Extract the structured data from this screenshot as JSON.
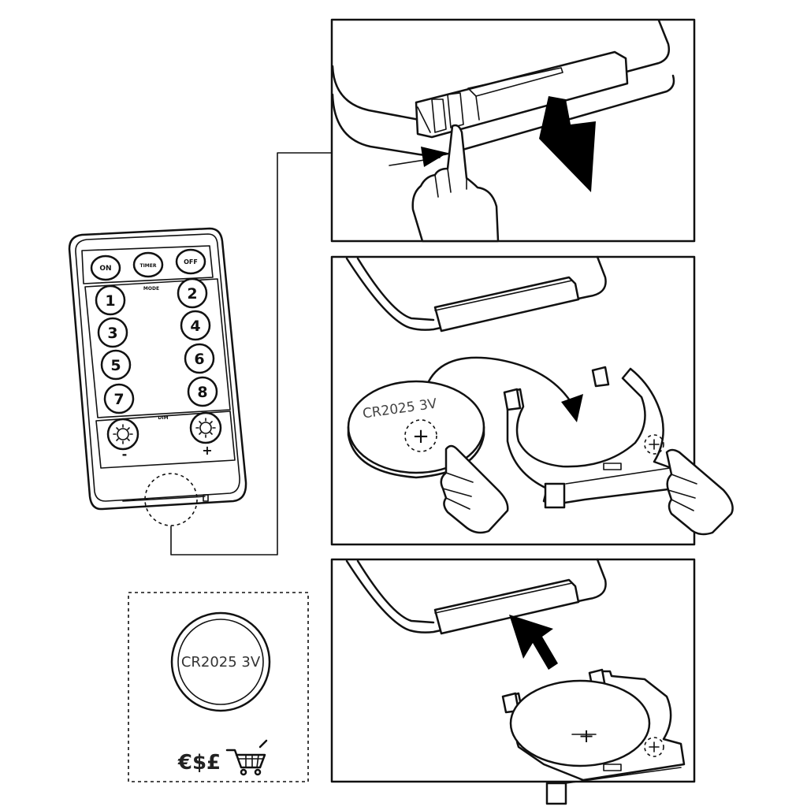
{
  "remote": {
    "buttons_top": [
      "ON",
      "TIMER",
      "OFF"
    ],
    "section_mode": "MODE",
    "number_buttons": [
      "1",
      "2",
      "3",
      "4",
      "5",
      "6",
      "7",
      "8"
    ],
    "section_dim": "DIM",
    "dim_minus": "-",
    "dim_plus": "+"
  },
  "battery_spec": {
    "label": "CR2025 3V",
    "currency": "€$£"
  },
  "step2": {
    "battery_label": "CR2025 3V",
    "polarity": "+"
  },
  "step3": {
    "polarity": "+"
  }
}
